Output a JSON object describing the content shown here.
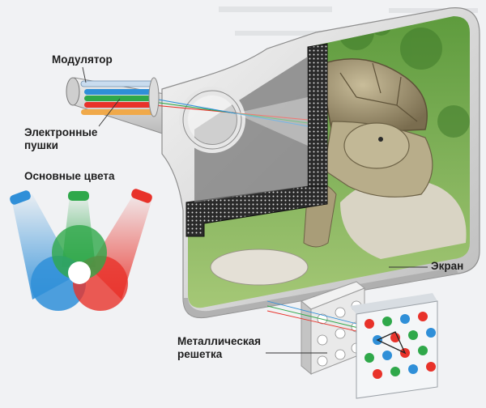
{
  "labels": {
    "modulator": "Модулятор",
    "electron_guns": "Электронные пушки",
    "primary_colors": "Основные цвета",
    "screen": "Экран",
    "metal_grille": "Металлическая решетка"
  },
  "colors": {
    "red": "#e8322a",
    "green": "#2fa84a",
    "blue": "#2f8fd8",
    "yellow": "#f3e23a",
    "tube_shell": "#d9d9d9",
    "tube_dark": "#6f6f6f",
    "grille_black": "#222222"
  }
}
